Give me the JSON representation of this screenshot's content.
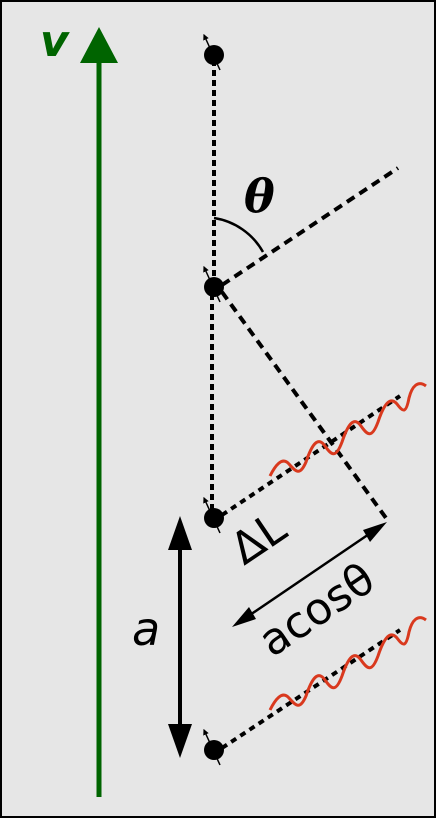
{
  "labels": {
    "velocity": "v",
    "angle": "θ",
    "path_difference": "ΔL",
    "projection": "acosθ",
    "spacing": "a"
  },
  "colors": {
    "background": "#e6e6e6",
    "border": "#000000",
    "velocity_arrow": "#006400",
    "wave": "#d9391e",
    "line": "#000000"
  }
}
